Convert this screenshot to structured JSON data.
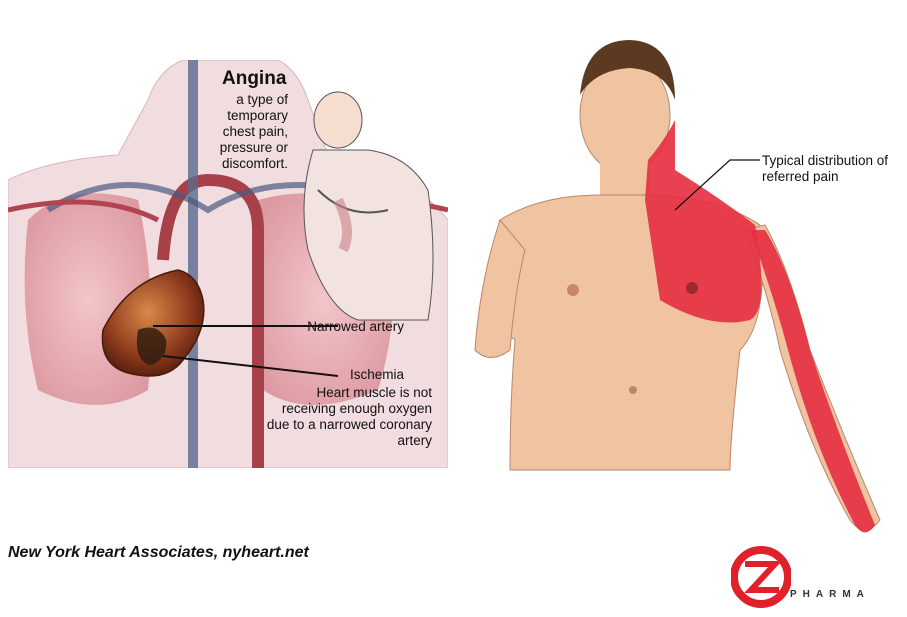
{
  "angina": {
    "title": "Angina",
    "definition": "a type of temporary chest pain, pressure or discomfort."
  },
  "labels": {
    "narrowed_artery": "Narrowed artery",
    "ischemia": "Ischemia",
    "ischemia_description": "Heart muscle is not receiving enough oxygen due to a narrowed coronary artery",
    "referred_pain": "Typical distribution of referred pain"
  },
  "credit": "New York Heart Associates, nyheart.net",
  "logo": {
    "text": "PHARMA",
    "color": "#e0202a"
  },
  "colors": {
    "pain_red": "#e52e3f",
    "skin": "#f0c3a1",
    "heart": "#b5522e",
    "torso_pink": "#e8b9bd"
  }
}
